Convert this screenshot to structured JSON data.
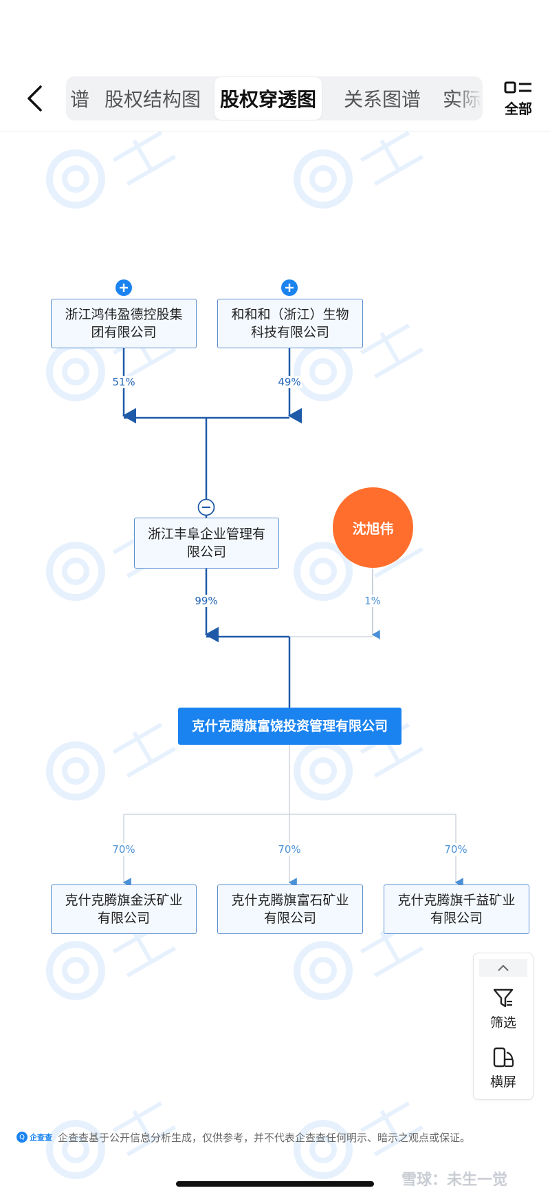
{
  "header": {
    "tabs": [
      {
        "label": "谱",
        "active": false
      },
      {
        "label": "股权结构图",
        "active": false
      },
      {
        "label": "股权穿透图",
        "active": true
      },
      {
        "label": "关系图谱",
        "active": false
      },
      {
        "label": "实际",
        "active": false
      }
    ],
    "all_label": "全部"
  },
  "chart": {
    "shareholders": [
      {
        "name": "浙江鸿伟盈德控股集团有限公司",
        "line1": "浙江鸿伟盈德控股集",
        "line2": "团有限公司",
        "percent": "51%"
      },
      {
        "name": "和和和（浙江）生物科技有限公司",
        "line1": "和和和（浙江）生物",
        "line2": "科技有限公司",
        "percent": "49%"
      }
    ],
    "middle_company": {
      "line1": "浙江丰阜企业管理有",
      "line2": "限公司",
      "percent": "99%"
    },
    "person": {
      "name": "沈旭伟",
      "percent": "1%"
    },
    "focus_company": "克什克腾旗富饶投资管理有限公司",
    "subsidiaries": [
      {
        "line1": "克什克腾旗金沃矿业",
        "line2": "有限公司",
        "percent": "70%"
      },
      {
        "line1": "克什克腾旗富石矿业",
        "line2": "有限公司",
        "percent": "70%"
      },
      {
        "line1": "克什克腾旗千益矿业",
        "line2": "有限公司",
        "percent": "70%"
      }
    ]
  },
  "tools": {
    "filter_label": "筛选",
    "landscape_label": "横屏"
  },
  "footer": {
    "logo_text": "企查查",
    "disclaimer": "企查查基于公开信息分析生成，仅供参考，并不代表企查查任何明示、暗示之观点或保证。",
    "snowball": "雪球：未生一觉"
  },
  "colors": {
    "accent": "#1a83f0",
    "line_dark": "#1f5aa8",
    "person": "#ff6e2c"
  }
}
